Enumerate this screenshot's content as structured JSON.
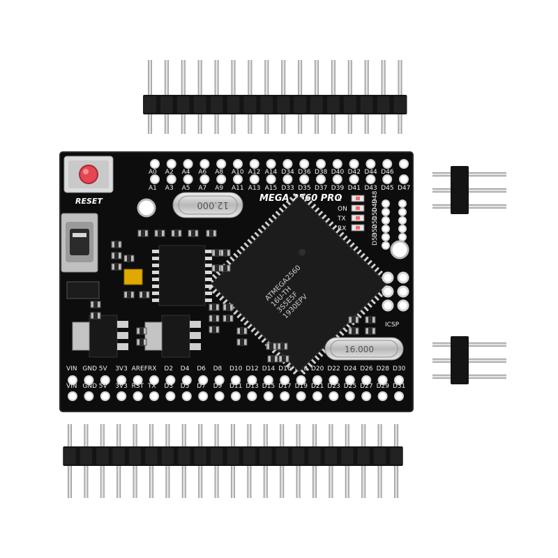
{
  "board": {
    "model_label": "MEGA 2560 PRO",
    "reset_label": "RESET",
    "icsp_label": "ICSP",
    "led_labels": [
      "L",
      "ON",
      "TX",
      "RX"
    ],
    "crystal_small": "12.000",
    "crystal_main": "16.000",
    "chip_lines": [
      "ATMEGA2560",
      "16U-TH",
      "3S5E5F",
      "1930EPV"
    ],
    "top_row_upper": [
      "A0",
      "A2",
      "A4",
      "A6",
      "A8",
      "A10",
      "A12",
      "A14",
      "D34",
      "D36",
      "D38",
      "D40",
      "D42",
      "D44",
      "D46"
    ],
    "top_row_lower": [
      "A1",
      "A3",
      "A5",
      "A7",
      "A9",
      "A11",
      "A13",
      "A15",
      "D33",
      "D35",
      "D37",
      "D39",
      "D41",
      "D43",
      "D45",
      "D47"
    ],
    "right_col_labels": [
      "D48",
      "D49",
      "D50",
      "D51",
      "D52",
      "D53"
    ],
    "bottom_row_upper": [
      "VIN",
      "GND",
      "5V",
      "3V3",
      "AREF",
      "RX",
      "D2",
      "D4",
      "D6",
      "D8",
      "D10",
      "D12",
      "D14",
      "D16",
      "D18",
      "D20",
      "D22",
      "D24",
      "D26",
      "D28",
      "D30"
    ],
    "bottom_row_lower": [
      "VIN",
      "GND",
      "5V",
      "3V3",
      "RST",
      "TX",
      "D3",
      "D5",
      "D7",
      "D9",
      "D11",
      "D13",
      "D15",
      "D17",
      "D19",
      "D21",
      "D23",
      "D25",
      "D27",
      "D29",
      "D31"
    ]
  },
  "headers": {
    "top_pin_count": 16,
    "bottom_pin_count": 21,
    "side_pin_count": 3
  }
}
